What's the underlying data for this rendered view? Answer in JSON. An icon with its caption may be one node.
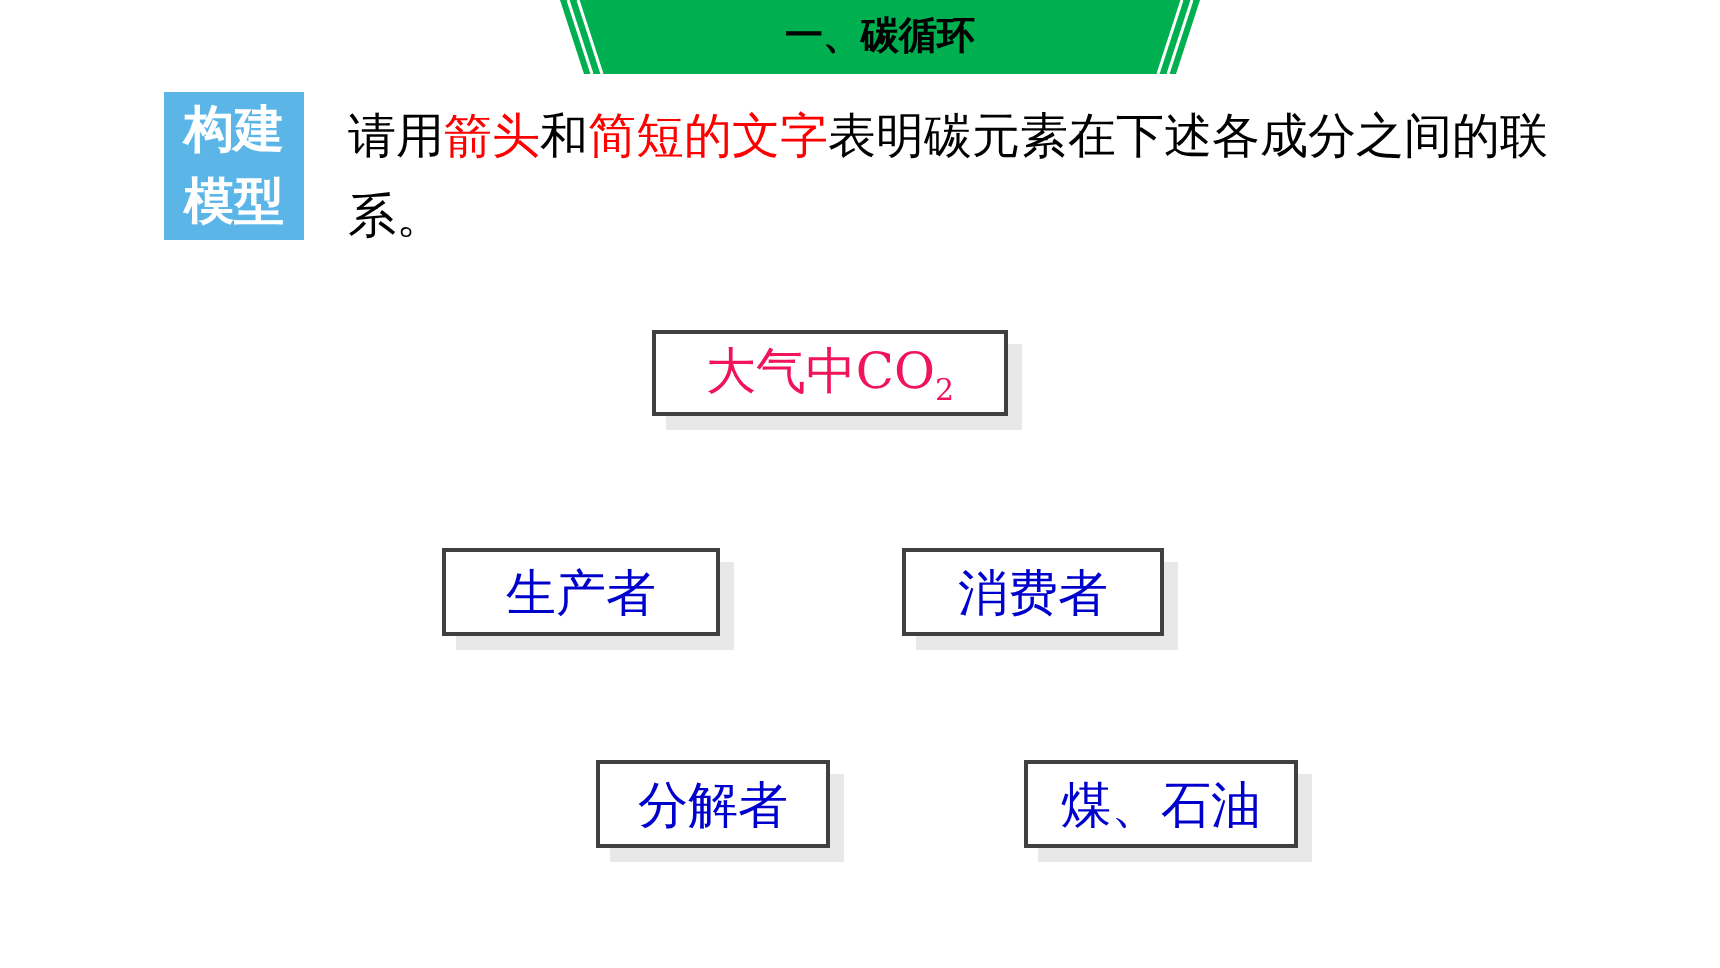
{
  "diagram": {
    "title": "一、碳循环",
    "nodes": [
      {
        "text": [
          "大气中CO$_{2}$"
        ]
      },
      {
        "text": [
          "生产者"
        ]
      },
      {
        "text": [
          "消费者"
        ]
      },
      {
        "text": [
          "分解者"
        ]
      },
      {
        "text": [
          "煤、石油"
        ]
      }
    ],
    "labels": [
      "构建模型",
      "请用**箭头**和**简短的文字**表明碳元素在下述各成分之间的联系。"
    ]
  }
}
